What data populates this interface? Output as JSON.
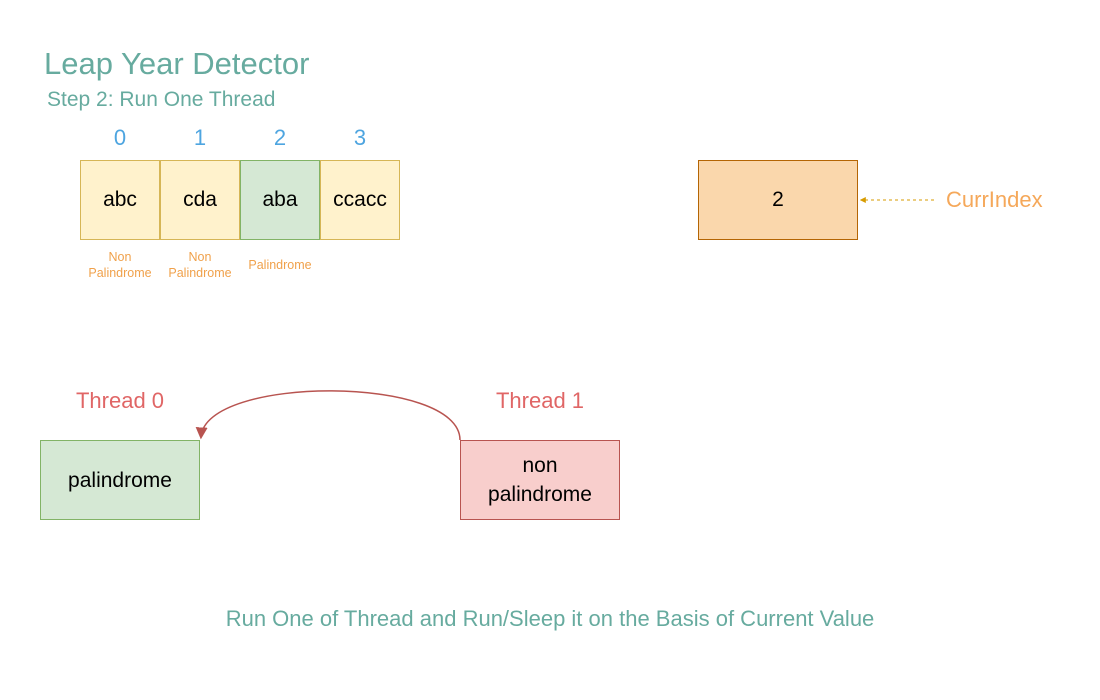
{
  "title": "Leap Year Detector",
  "subtitle": "Step 2: Run One Thread",
  "array": {
    "indices": [
      "0",
      "1",
      "2",
      "3"
    ],
    "cells": [
      "abc",
      "cda",
      "aba",
      "ccacc"
    ],
    "notes": [
      [
        "Non",
        "Palindrome"
      ],
      [
        "Non",
        "Palindrome"
      ],
      [
        "Palindrome"
      ],
      []
    ],
    "highlighted_index": 2
  },
  "curr_index": {
    "value": "2",
    "label": "CurrIndex"
  },
  "threads": [
    {
      "label": "Thread 0",
      "lines": [
        "palindrome"
      ],
      "state": "running"
    },
    {
      "label": "Thread 1",
      "lines": [
        "non",
        "palindrome"
      ],
      "state": "sleeping"
    }
  ],
  "caption": "Run One of Thread and Run/Sleep it on the Basis of Current Value",
  "colors": {
    "heading": "#67AB9F",
    "index_text": "#4EA5E0",
    "cell_fill": "#FFF2CC",
    "cell_highlight_fill": "#D5E8D4",
    "note_text": "#F0A14B",
    "curr_fill": "#FAD7AC",
    "thread_label": "#E06666",
    "thread_running_fill": "#D5E8D4",
    "thread_sleeping_fill": "#F8CECC",
    "arrow": "#B85450"
  }
}
